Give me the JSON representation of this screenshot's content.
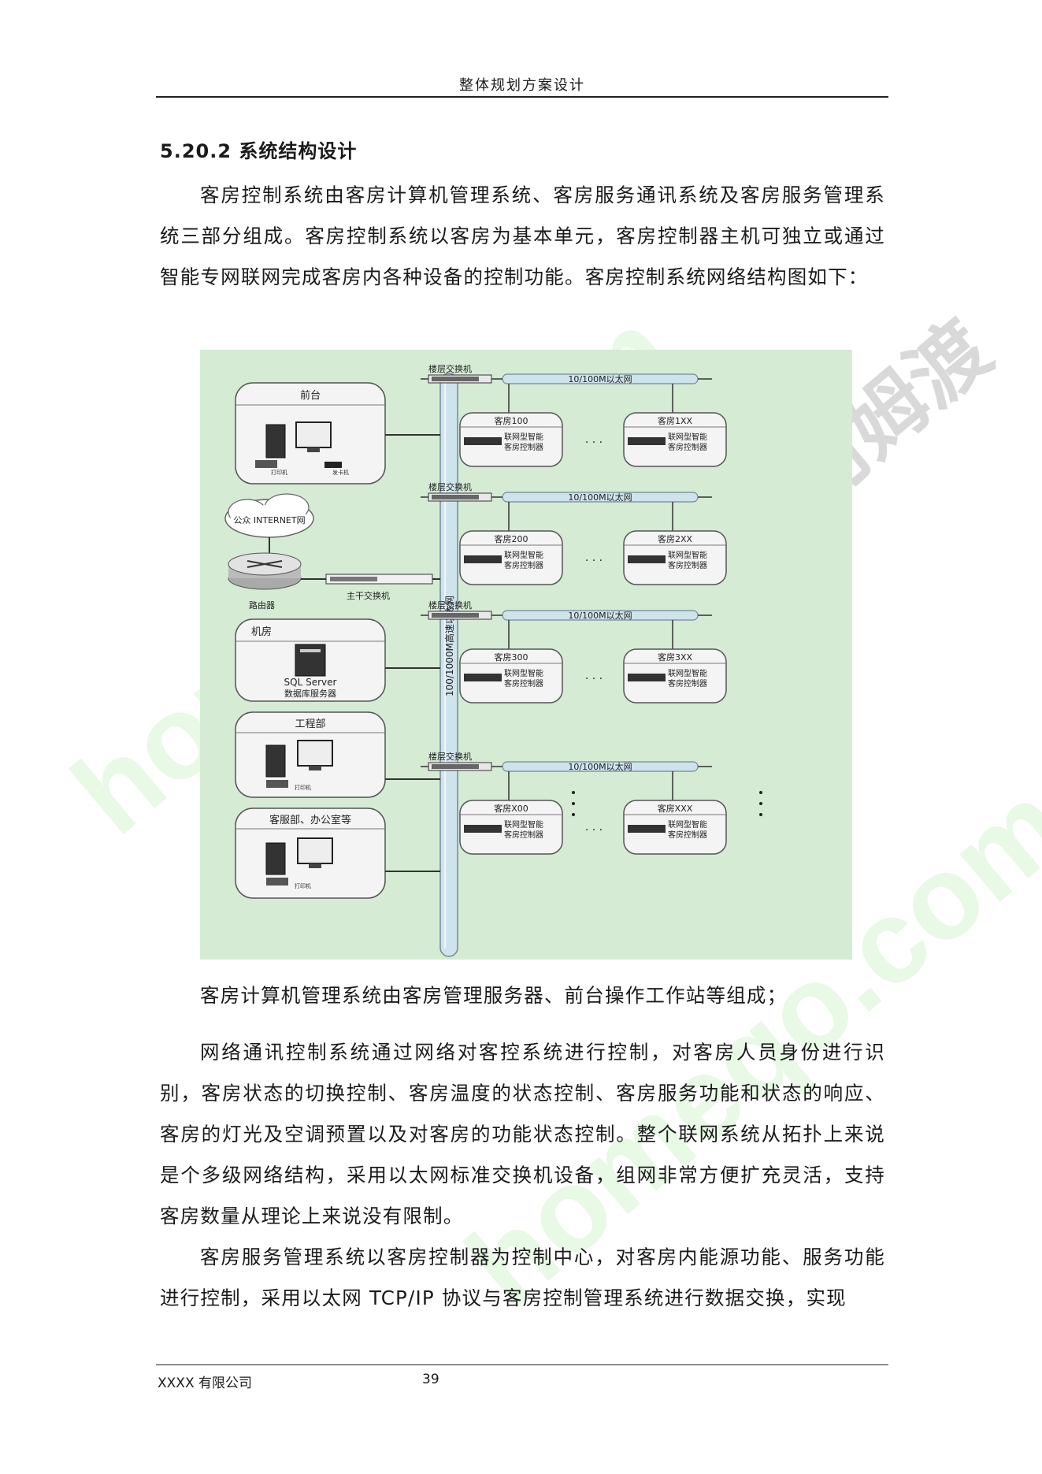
{
  "header": {
    "title": "整体规划方案设计"
  },
  "section": {
    "heading": "5.20.2 系统结构设计"
  },
  "paragraphs": {
    "p1": "客房控制系统由客房计算机管理系统、客房服务通讯系统及客房服务管理系统三部分组成。客房控制系统以客房为基本单元，客房控制器主机可独立或通过智能专网联网完成客房内各种设备的控制功能。客房控制系统网络结构图如下：",
    "p2": "客房计算机管理系统由客房管理服务器、前台操作工作站等组成；",
    "p3": "网络通讯控制系统通过网络对客控系统进行控制，对客房人员身份进行识别，客房状态的切换控制、客房温度的状态控制、客房服务功能和状态的响应、客房的灯光及空调预置以及对客房的功能状态控制。整个联网系统从拓扑上来说是个多级网络结构，采用以太网标准交换机设备，组网非常方便扩充灵活，支持客房数量从理论上来说没有限制。",
    "p4": "客房服务管理系统以客房控制器为控制中心，对客房内能源功能、服务功能进行控制，采用以太网 TCP/IP 协议与客房控制管理系统进行数据交换，实现"
  },
  "diagram": {
    "backbone_label": "100/1000M高速以太网",
    "left_nodes": {
      "front_desk": {
        "title": "前台",
        "printer": "打印机",
        "sender": "发卡机"
      },
      "internet": "公众 INTERNET网",
      "router": "路由器",
      "core_switch": "主干交换机",
      "machine_room": {
        "title": "机房",
        "server_line1": "SQL Server",
        "server_line2": "数据库服务器"
      },
      "engineering": {
        "title": "工程部",
        "printer": "打印机"
      },
      "service": {
        "title": "客服部、办公室等",
        "printer": "打印机"
      }
    },
    "floor_switch_label": "楼层交换机",
    "ethernet_label": "10/100M以太网",
    "controller_line1": "联网型智能",
    "controller_line2": "客房控制器",
    "ellipsis": "· · ·",
    "floors": [
      {
        "left_room": "客房100",
        "right_room": "客房1XX"
      },
      {
        "left_room": "客房200",
        "right_room": "客房2XX"
      },
      {
        "left_room": "客房300",
        "right_room": "客房3XX"
      },
      {
        "left_room": "客房X00",
        "right_room": "客房XXX"
      }
    ]
  },
  "watermark": {
    "text": "homeqo.com",
    "brand": "河姆渡"
  },
  "footer": {
    "company": "XXXX 有限公司",
    "page": "39"
  },
  "colors": {
    "diagram_bg": "#d5ebd4",
    "node_fill": "#f4f4f4",
    "pipe": "#cfe3ec"
  }
}
